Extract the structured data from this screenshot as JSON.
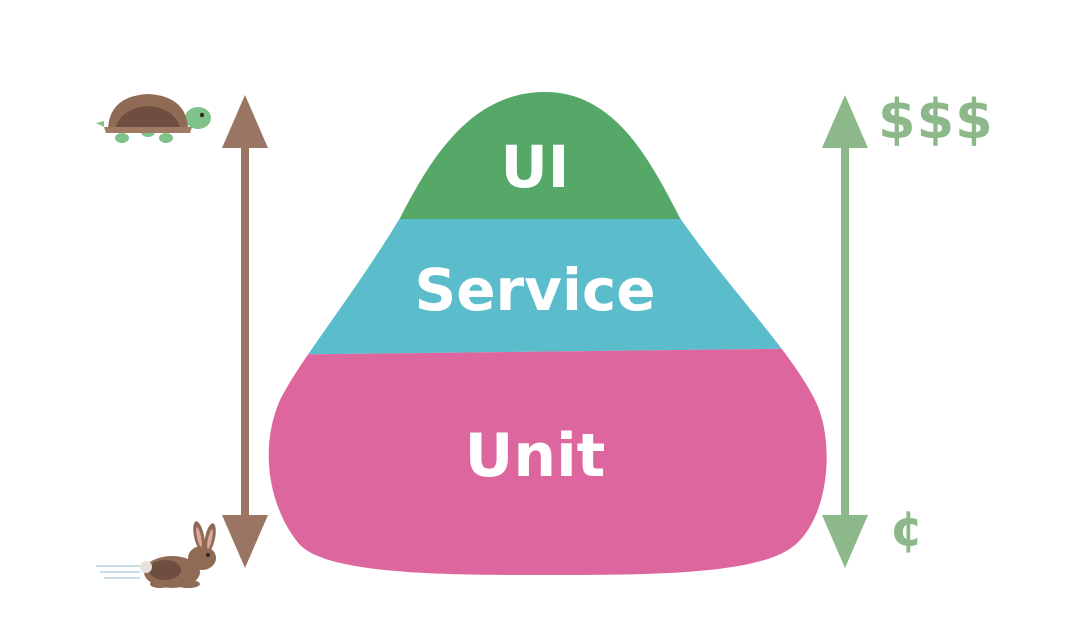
{
  "pyramid": {
    "layers": [
      {
        "label": "UI",
        "color": "#55a868"
      },
      {
        "label": "Service",
        "color": "#5bbccb"
      },
      {
        "label": "Unit",
        "color": "#dd669e"
      }
    ]
  },
  "speed_axis": {
    "color": "#9a7563",
    "top_icon": "turtle-icon",
    "bottom_icon": "rabbit-icon"
  },
  "cost_axis": {
    "color": "#8db88a",
    "top_label": "$$$",
    "bottom_label": "¢"
  }
}
